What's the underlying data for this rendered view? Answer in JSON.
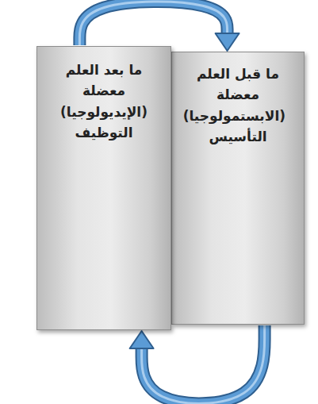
{
  "diagram": {
    "nodes": [
      {
        "text": [
          "ما قبل العلم معضلة (الابستمولوجيا) التأسيس"
        ]
      },
      {
        "text": [
          "ما بعد العلم معضلة (الإيديولوجيا) التوظيف"
        ]
      }
    ],
    "edges": [
      {
        "from": 1,
        "to": 0,
        "arrow": "to"
      },
      {
        "from": 0,
        "to": 1,
        "arrow": "to"
      }
    ]
  }
}
